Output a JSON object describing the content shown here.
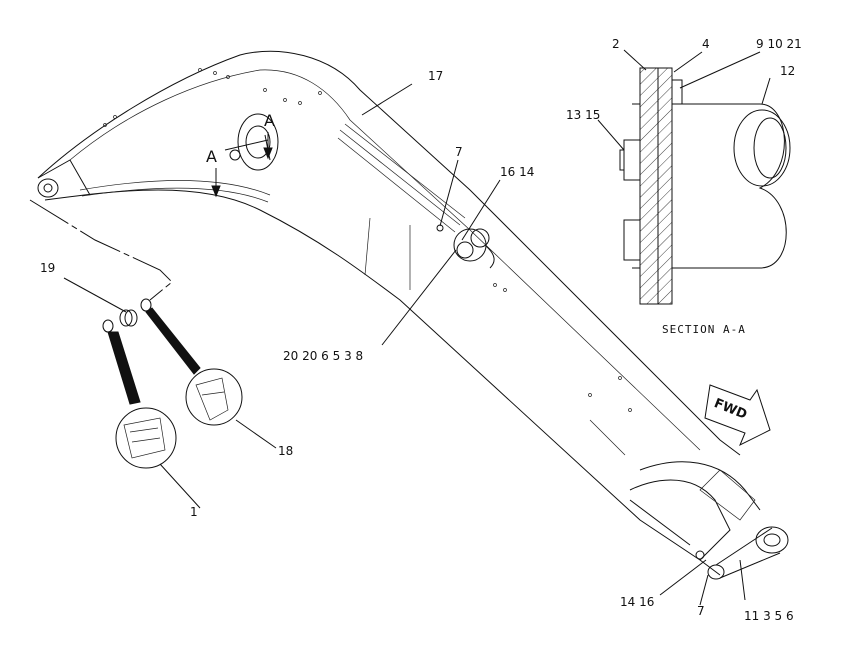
{
  "callouts": {
    "c2": "2",
    "c4": "4",
    "c9_10_21": "9  10  21",
    "c12": "12",
    "c13_15": "13  15",
    "c17": "17",
    "c7_top": "7",
    "c16_14_top": "16  14",
    "c19": "19",
    "c20_group": "20  20  6  5  3  8",
    "c18": "18",
    "c1": "1",
    "c14_16_bottom": "14  16",
    "c7_bottom": "7",
    "c11_group": "11  3  5  6"
  },
  "section_marks": {
    "left": "A",
    "right": "A"
  },
  "section_caption": "SECTION A-A",
  "forward_arrow": "FWD"
}
